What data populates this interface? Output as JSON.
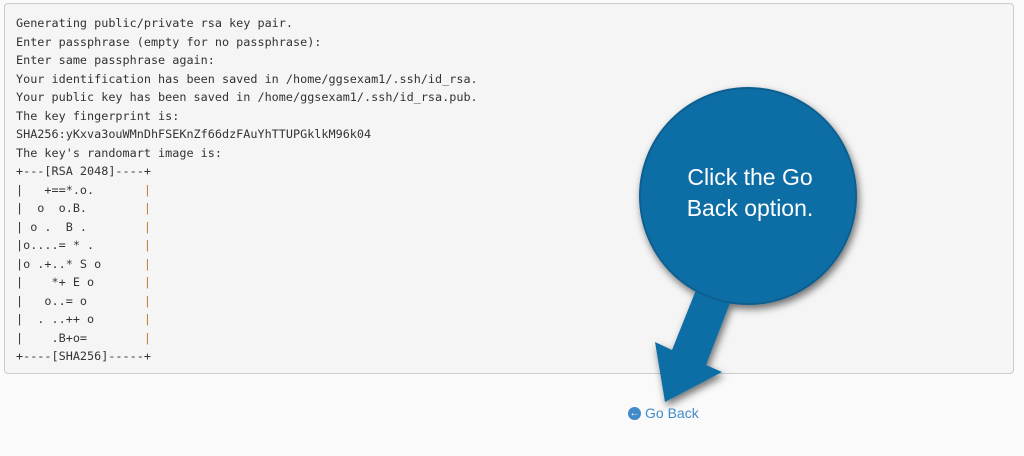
{
  "terminal": {
    "lines": [
      "Generating public/private rsa key pair.",
      "Enter passphrase (empty for no passphrase):",
      "Enter same passphrase again:",
      "Your identification has been saved in /home/ggsexam1/.ssh/id_rsa.",
      "Your public key has been saved in /home/ggsexam1/.ssh/id_rsa.pub.",
      "The key fingerprint is:",
      "SHA256:yKxva3ouWMnDhFSEKnZf66dzFAuYhTTUPGklkM96k04",
      "The key's randomart image is:"
    ],
    "randomart": [
      "+---[RSA 2048]----+",
      "|   +==*.o.       |",
      "|  o  o.B.        |",
      "| o .  B .        |",
      "|o....= * .       |",
      "|o .+..* S o      |",
      "|    *+ E o       |",
      "|   o..= o        |",
      "|  . ..++ o       |",
      "|    .B+o=        |",
      "+----[SHA256]-----+"
    ]
  },
  "callout": {
    "text_line1": "Click the Go",
    "text_line2": "Back option.",
    "color": "#0b6ea6"
  },
  "go_back": {
    "label": "Go Back",
    "icon": "arrow-circle-left-icon"
  }
}
